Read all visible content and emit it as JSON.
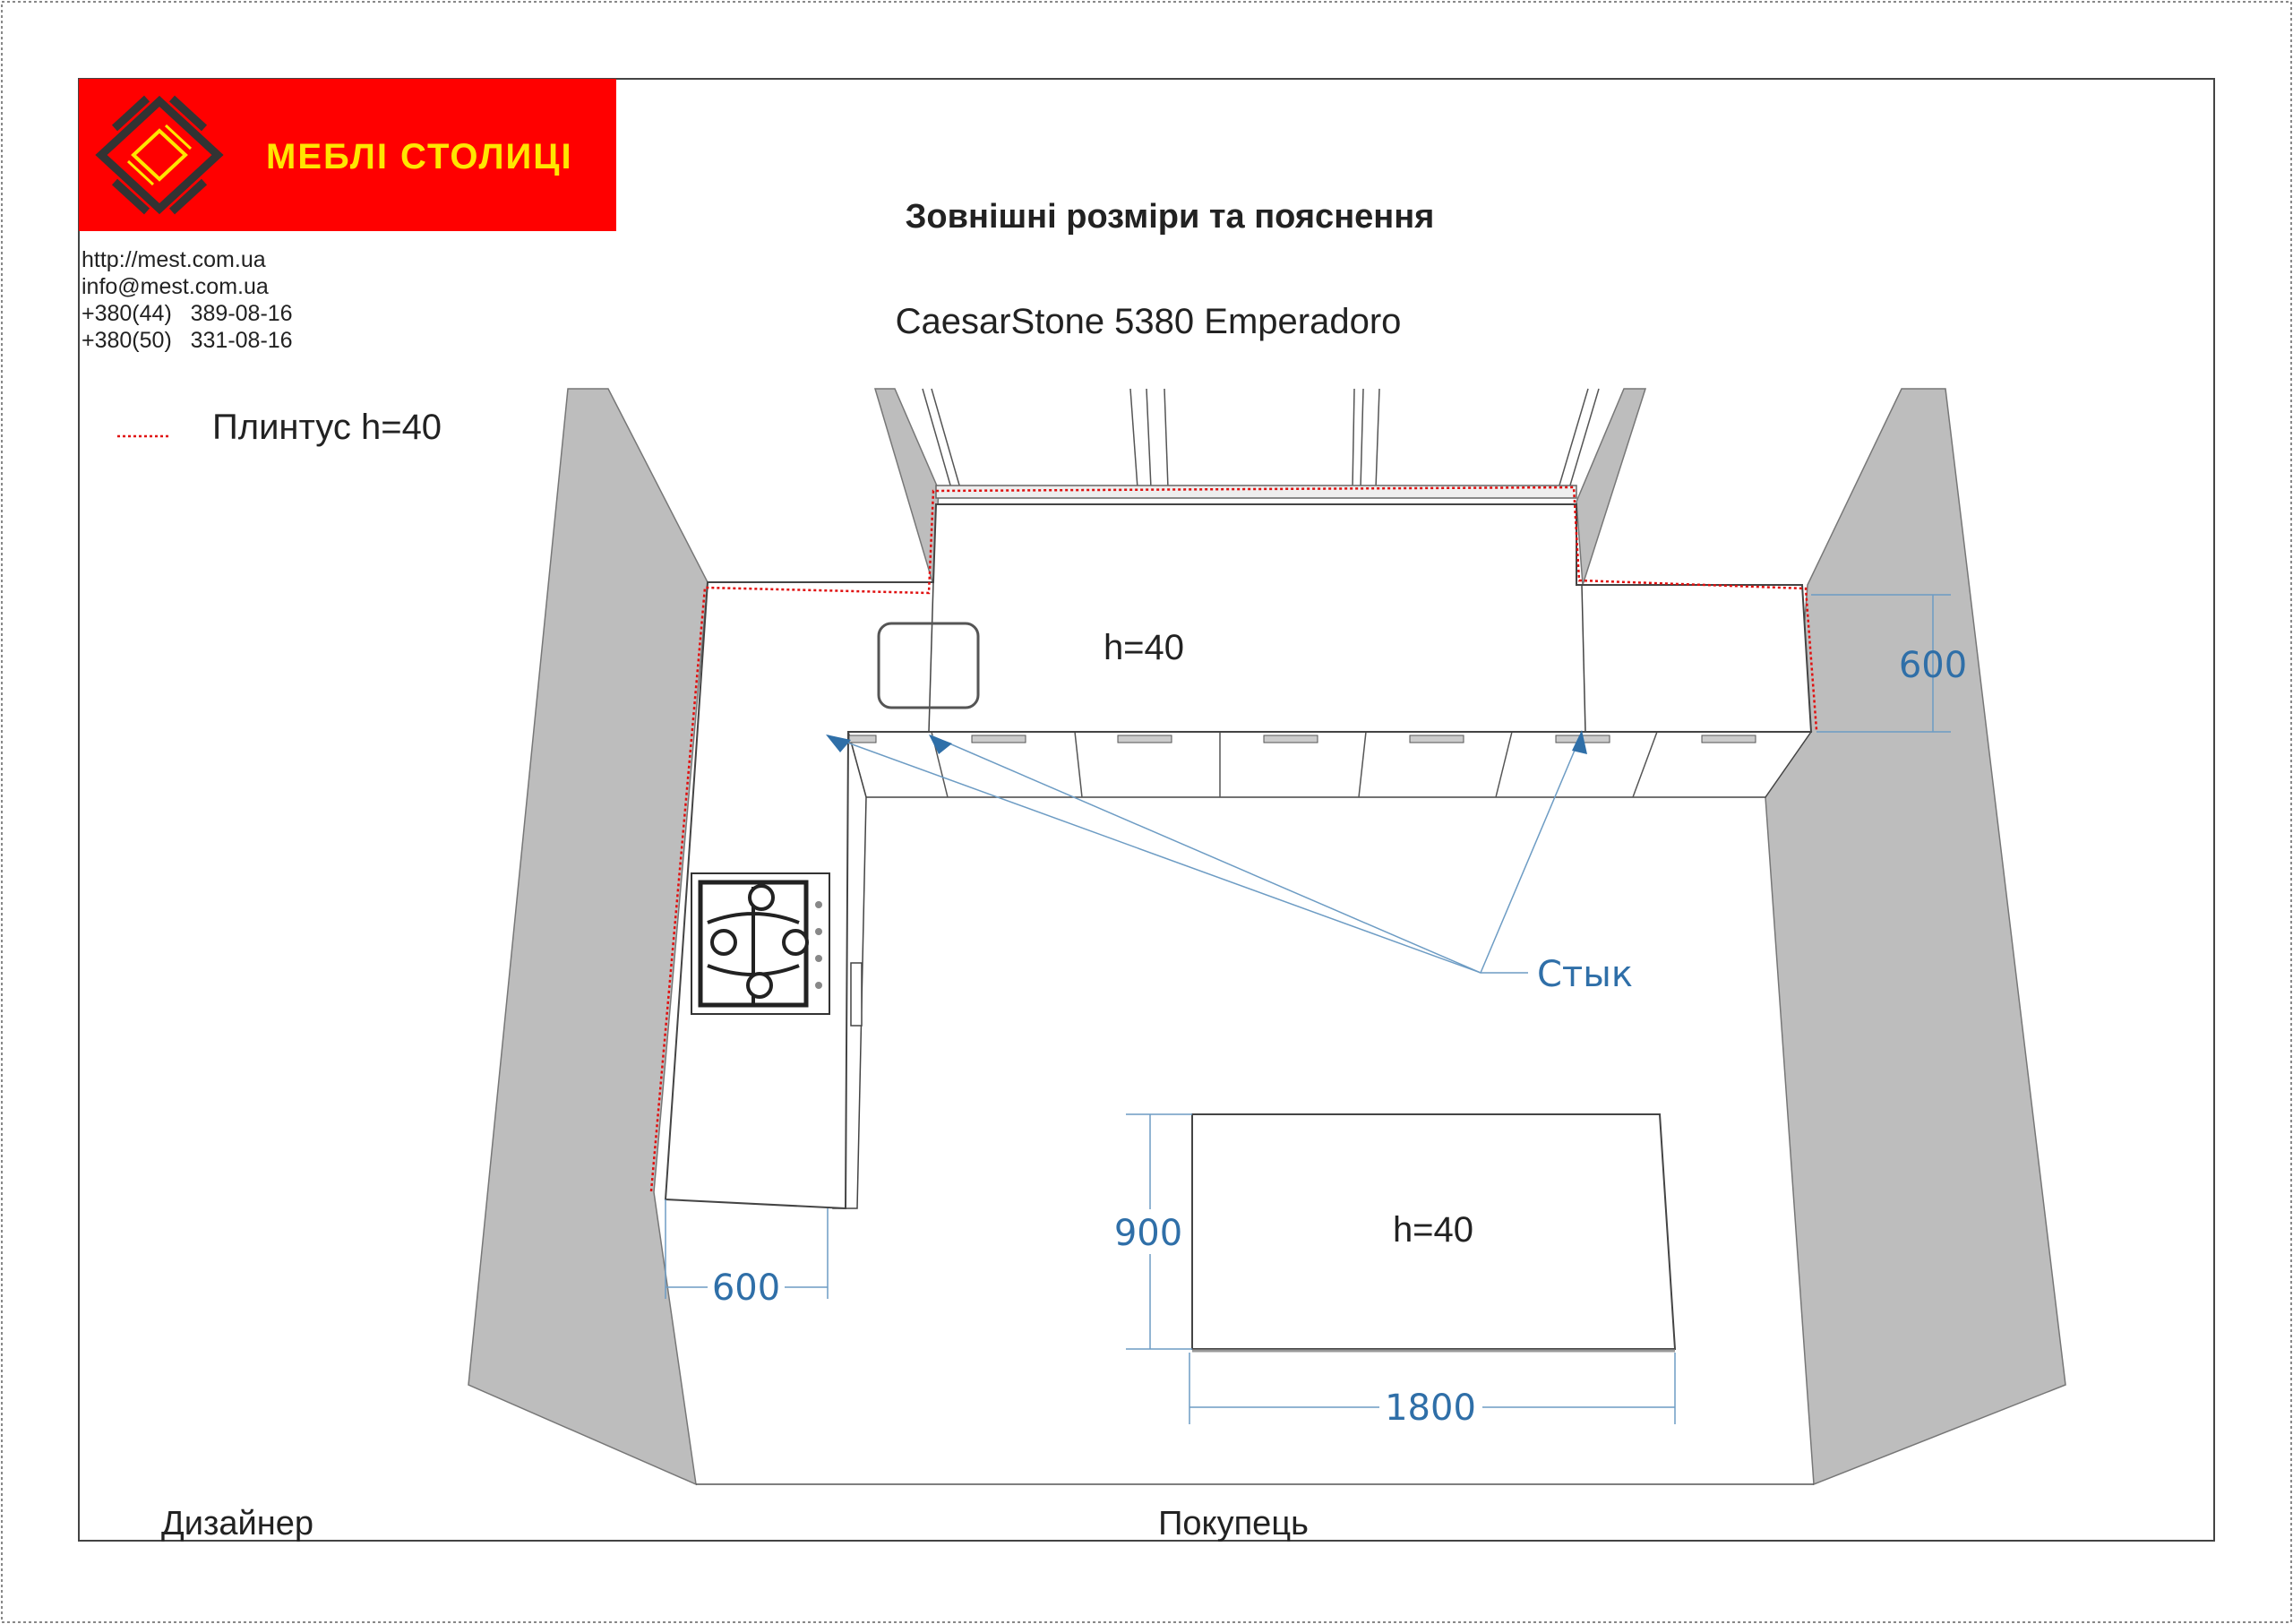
{
  "logo": {
    "brand_text": "МЕБЛІ СТОЛИЦІ",
    "bg_color": "#ff0000",
    "text_color": "#ffe600"
  },
  "contacts": [
    "http://mest.com.ua",
    "info@mest.com.ua",
    "+380(44)   389-08-16",
    "+380(50)   331-08-16"
  ],
  "title": "Зовнішні розміри та пояснення",
  "material": "CaesarStone 5380 Emperadoro",
  "legend": {
    "label": "Плинтус h=40",
    "color": "#e01010"
  },
  "annotations": {
    "countertop_thickness": "h=40",
    "island_thickness": "h=40",
    "joint_label": "Стык"
  },
  "dimensions": {
    "right_depth": "600",
    "left_depth": "600",
    "island_depth": "900",
    "island_length": "1800"
  },
  "footer": {
    "designer": "Дизайнер",
    "customer": "Покупець"
  },
  "colors": {
    "wall": "#bdbdbd",
    "dimension": "#2f6fa8"
  }
}
